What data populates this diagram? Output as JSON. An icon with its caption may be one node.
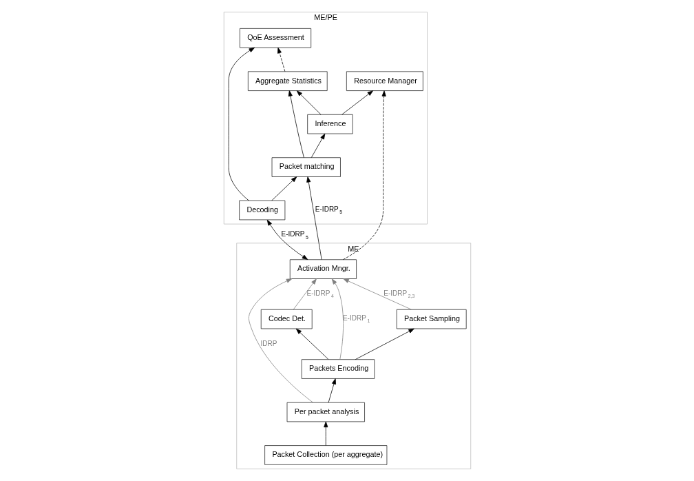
{
  "diagram": {
    "nodes": [
      {
        "text": [
          "ME"
        ]
      },
      {
        "text": [
          "Codec Det."
        ],
        "in": 0
      },
      {
        "text": [
          "Activation Mngr."
        ],
        "in": 0
      },
      {
        "text": [
          "Packet Sampling"
        ],
        "in": 0
      },
      {
        "text": [
          "Packets Encoding"
        ],
        "in": 0
      },
      {
        "text": [
          "Per packet analysis"
        ],
        "in": 0
      },
      {
        "text": [
          "Packet Collection (per aggregate)"
        ],
        "in": 0
      },
      {
        "text": [
          "ME/PE"
        ]
      },
      {
        "text": [
          "QoE Assessment"
        ],
        "in": 7
      },
      {
        "text": [
          "Decoding"
        ],
        "in": 7
      },
      {
        "text": [
          "Resource Manager"
        ],
        "in": 7
      },
      {
        "text": [
          "Packet matching"
        ],
        "in": 7
      },
      {
        "text": [
          "Inference"
        ],
        "in": 7
      },
      {
        "text": [
          "Aggregate Statistics"
        ],
        "in": 7
      }
    ],
    "edges": [
      {
        "from": 1,
        "to": 2,
        "arrow": "to",
        "label": "E-IDRP$_{4}$",
        "color": "#808080"
      },
      {
        "from": 4,
        "to": 2,
        "arrow": "to",
        "label": "E-IDRP$_{1}$",
        "color": "#808080"
      },
      {
        "from": 3,
        "to": 2,
        "arrow": "to",
        "label": "E-IDRP$_{2,3}$",
        "color": "#808080"
      },
      {
        "from": 4,
        "to": 1,
        "arrow": "to"
      },
      {
        "from": 4,
        "to": 3,
        "arrow": "to"
      },
      {
        "from": 5,
        "to": 2,
        "arrow": "to",
        "label": "IDRP",
        "color": "#808080"
      },
      {
        "from": 5,
        "to": 4,
        "arrow": "to"
      },
      {
        "from": 6,
        "to": 5,
        "arrow": "to"
      },
      {
        "from": 2,
        "to": 9,
        "arrow": "both",
        "label": "E-IDRP$_{5}$"
      },
      {
        "from": 2,
        "to": 11,
        "arrow": "to",
        "label": "E-IDRP$_{5}$"
      },
      {
        "from": 2,
        "to": 10,
        "arrow": "to",
        "style": "dashed"
      },
      {
        "from": 9,
        "to": 8,
        "arrow": "to"
      },
      {
        "from": 9,
        "to": 11,
        "arrow": "to"
      },
      {
        "from": 11,
        "to": 12,
        "arrow": "to"
      },
      {
        "from": 12,
        "to": 10,
        "arrow": "to"
      },
      {
        "from": 11,
        "to": 13,
        "arrow": "to"
      },
      {
        "from": 12,
        "to": 13,
        "arrow": "to"
      },
      {
        "from": 13,
        "to": 8,
        "arrow": "to",
        "style": "dashed"
      }
    ]
  }
}
